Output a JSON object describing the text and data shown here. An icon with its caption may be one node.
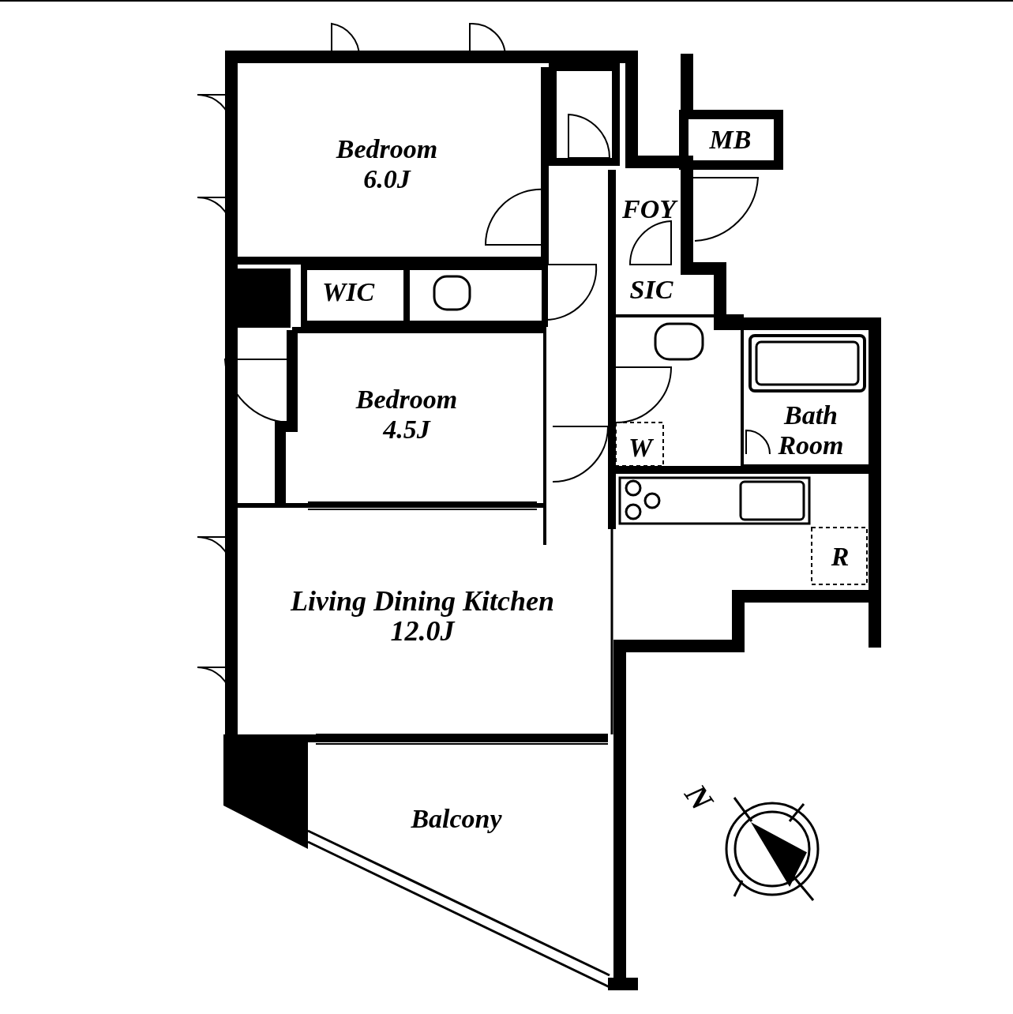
{
  "diagram": {
    "labels": [
      "MB",
      "Bedroom 6.0J",
      "FOY",
      "WIC",
      "SIC",
      "Bedroom 4.5J",
      "Bath Room",
      "W",
      "R",
      "Living Dining Kitchen 12.0J",
      "N",
      "Balcony"
    ]
  }
}
